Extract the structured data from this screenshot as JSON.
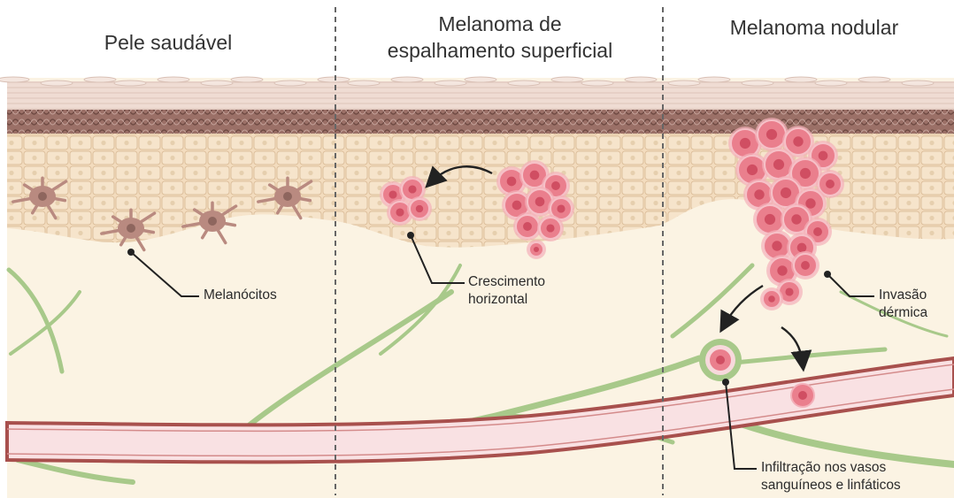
{
  "panels": [
    {
      "title_lines": [
        "Pele saudável"
      ]
    },
    {
      "title_lines": [
        "Melanoma de",
        "espalhamento superficial"
      ]
    },
    {
      "title_lines": [
        "Melanoma nodular"
      ]
    }
  ],
  "labels": {
    "melanocytes": [
      "Melanócitos"
    ],
    "horizontal_growth": [
      "Crescimento",
      "horizontal"
    ],
    "dermal_invasion": [
      "Invasão",
      "dérmica"
    ],
    "vessel_infiltration": [
      "Infiltração nos vasos",
      "sanguíneos e linfáticos"
    ]
  },
  "colors": {
    "skin_surface": "#efdcd3",
    "dark_layer": "#8a6258",
    "epidermis": "#f3dcbe",
    "dermis": "#fbf3e3",
    "melanocyte": "#b98a80",
    "tumor": "#ea7f8d",
    "lymph": "#9fc27f",
    "vessel_wall": "#a8504d",
    "vessel_lumen": "#f9e1e3",
    "divider": "#666666"
  }
}
